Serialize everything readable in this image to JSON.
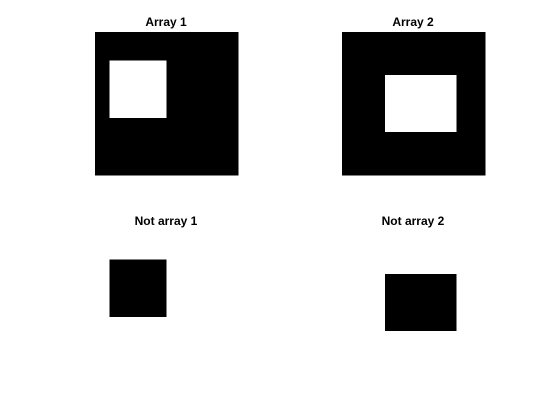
{
  "colors": {
    "background": "#ffffff",
    "on": "#ffffff",
    "off": "#000000"
  },
  "chart_data": [
    {
      "type": "heatmap",
      "title": "Array 1",
      "colormap": "gray",
      "axes": "off",
      "grid": [
        [
          0,
          0,
          0,
          0,
          0,
          0,
          0,
          0,
          0,
          0
        ],
        [
          0,
          0,
          0,
          0,
          0,
          0,
          0,
          0,
          0,
          0
        ],
        [
          0,
          1,
          1,
          1,
          1,
          0,
          0,
          0,
          0,
          0
        ],
        [
          0,
          1,
          1,
          1,
          1,
          0,
          0,
          0,
          0,
          0
        ],
        [
          0,
          1,
          1,
          1,
          1,
          0,
          0,
          0,
          0,
          0
        ],
        [
          0,
          1,
          1,
          1,
          1,
          0,
          0,
          0,
          0,
          0
        ],
        [
          0,
          0,
          0,
          0,
          0,
          0,
          0,
          0,
          0,
          0
        ],
        [
          0,
          0,
          0,
          0,
          0,
          0,
          0,
          0,
          0,
          0
        ],
        [
          0,
          0,
          0,
          0,
          0,
          0,
          0,
          0,
          0,
          0
        ],
        [
          0,
          0,
          0,
          0,
          0,
          0,
          0,
          0,
          0,
          0
        ]
      ]
    },
    {
      "type": "heatmap",
      "title": "Array 2",
      "colormap": "gray",
      "axes": "off",
      "grid": [
        [
          0,
          0,
          0,
          0,
          0,
          0,
          0,
          0,
          0,
          0
        ],
        [
          0,
          0,
          0,
          0,
          0,
          0,
          0,
          0,
          0,
          0
        ],
        [
          0,
          0,
          0,
          0,
          0,
          0,
          0,
          0,
          0,
          0
        ],
        [
          0,
          0,
          0,
          1,
          1,
          1,
          1,
          1,
          0,
          0
        ],
        [
          0,
          0,
          0,
          1,
          1,
          1,
          1,
          1,
          0,
          0
        ],
        [
          0,
          0,
          0,
          1,
          1,
          1,
          1,
          1,
          0,
          0
        ],
        [
          0,
          0,
          0,
          1,
          1,
          1,
          1,
          1,
          0,
          0
        ],
        [
          0,
          0,
          0,
          0,
          0,
          0,
          0,
          0,
          0,
          0
        ],
        [
          0,
          0,
          0,
          0,
          0,
          0,
          0,
          0,
          0,
          0
        ],
        [
          0,
          0,
          0,
          0,
          0,
          0,
          0,
          0,
          0,
          0
        ]
      ]
    },
    {
      "type": "heatmap",
      "title": "Not array 1",
      "colormap": "gray",
      "axes": "off",
      "grid": [
        [
          1,
          1,
          1,
          1,
          1,
          1,
          1,
          1,
          1,
          1
        ],
        [
          1,
          1,
          1,
          1,
          1,
          1,
          1,
          1,
          1,
          1
        ],
        [
          1,
          0,
          0,
          0,
          0,
          1,
          1,
          1,
          1,
          1
        ],
        [
          1,
          0,
          0,
          0,
          0,
          1,
          1,
          1,
          1,
          1
        ],
        [
          1,
          0,
          0,
          0,
          0,
          1,
          1,
          1,
          1,
          1
        ],
        [
          1,
          0,
          0,
          0,
          0,
          1,
          1,
          1,
          1,
          1
        ],
        [
          1,
          1,
          1,
          1,
          1,
          1,
          1,
          1,
          1,
          1
        ],
        [
          1,
          1,
          1,
          1,
          1,
          1,
          1,
          1,
          1,
          1
        ],
        [
          1,
          1,
          1,
          1,
          1,
          1,
          1,
          1,
          1,
          1
        ],
        [
          1,
          1,
          1,
          1,
          1,
          1,
          1,
          1,
          1,
          1
        ]
      ]
    },
    {
      "type": "heatmap",
      "title": "Not array 2",
      "colormap": "gray",
      "axes": "off",
      "grid": [
        [
          1,
          1,
          1,
          1,
          1,
          1,
          1,
          1,
          1,
          1
        ],
        [
          1,
          1,
          1,
          1,
          1,
          1,
          1,
          1,
          1,
          1
        ],
        [
          1,
          1,
          1,
          1,
          1,
          1,
          1,
          1,
          1,
          1
        ],
        [
          1,
          1,
          1,
          0,
          0,
          0,
          0,
          0,
          1,
          1
        ],
        [
          1,
          1,
          1,
          0,
          0,
          0,
          0,
          0,
          1,
          1
        ],
        [
          1,
          1,
          1,
          0,
          0,
          0,
          0,
          0,
          1,
          1
        ],
        [
          1,
          1,
          1,
          0,
          0,
          0,
          0,
          0,
          1,
          1
        ],
        [
          1,
          1,
          1,
          1,
          1,
          1,
          1,
          1,
          1,
          1
        ],
        [
          1,
          1,
          1,
          1,
          1,
          1,
          1,
          1,
          1,
          1
        ],
        [
          1,
          1,
          1,
          1,
          1,
          1,
          1,
          1,
          1,
          1
        ]
      ]
    }
  ]
}
